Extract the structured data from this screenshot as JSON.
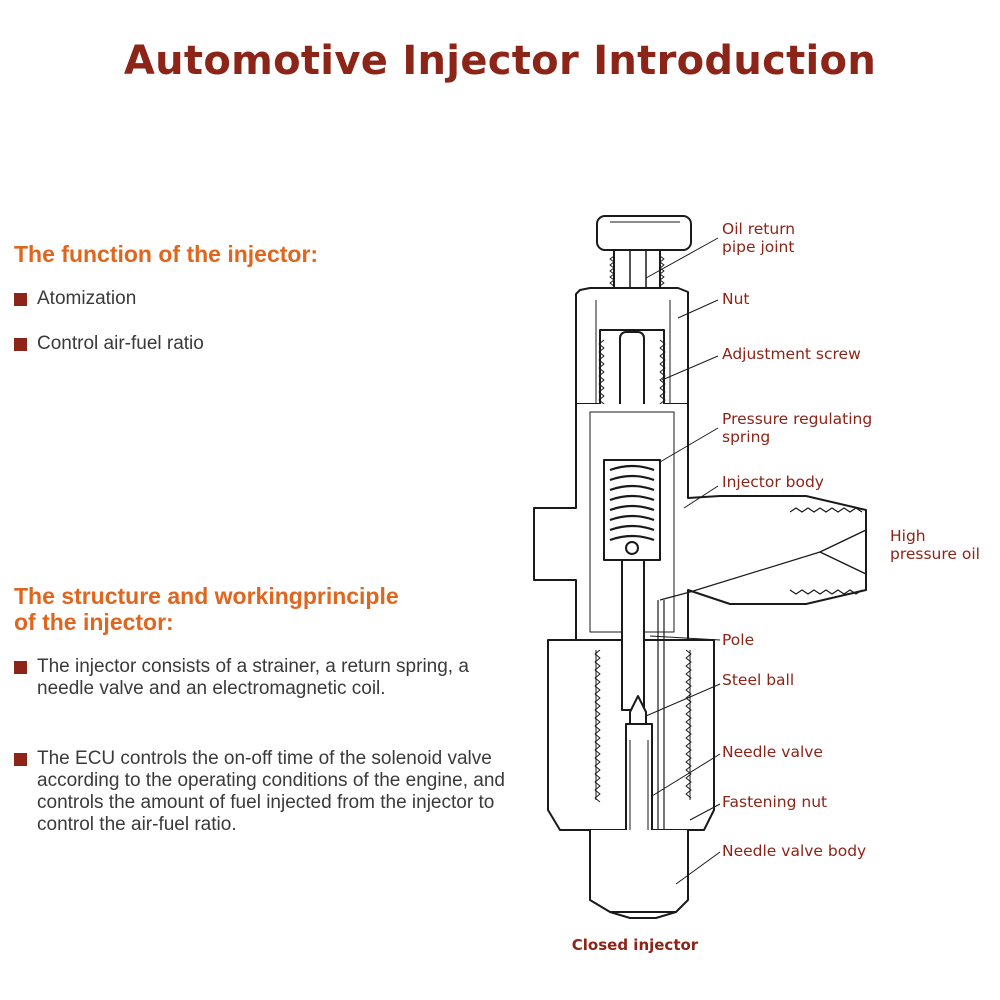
{
  "title": "Automotive Injector Introduction",
  "function": {
    "heading": "The function of the injector:",
    "items": [
      "Atomization",
      "Control air-fuel ratio"
    ]
  },
  "structure": {
    "heading_line1": "The structure and workingprinciple",
    "heading_line2": "of the injector:",
    "items": [
      "The injector consists of a strainer, a return spring, a needle valve and an electromagnetic coil.",
      "The ECU controls the on-off time of the solenoid valve according to the operating conditions of the engine, and controls the amount of fuel injected from the injector to control the air-fuel ratio."
    ]
  },
  "labels": {
    "oil_return_1": "Oil return",
    "oil_return_2": "pipe joint",
    "nut": "Nut",
    "adjustment_screw": "Adjustment screw",
    "pressure_spring_1": "Pressure regulating",
    "pressure_spring_2": "spring",
    "injector_body": "Injector body",
    "high_pressure_1": "High",
    "high_pressure_2": "pressure oil",
    "pole": "Pole",
    "steel_ball": "Steel ball",
    "needle_valve": "Needle valve",
    "fastening_nut": "Fastening nut",
    "needle_valve_body": "Needle valve body"
  },
  "caption": "Closed injector",
  "colors": {
    "title": "#8c2418",
    "heading": "#e0651d",
    "bullet": "#8c2418",
    "text": "#3a3a3a"
  }
}
